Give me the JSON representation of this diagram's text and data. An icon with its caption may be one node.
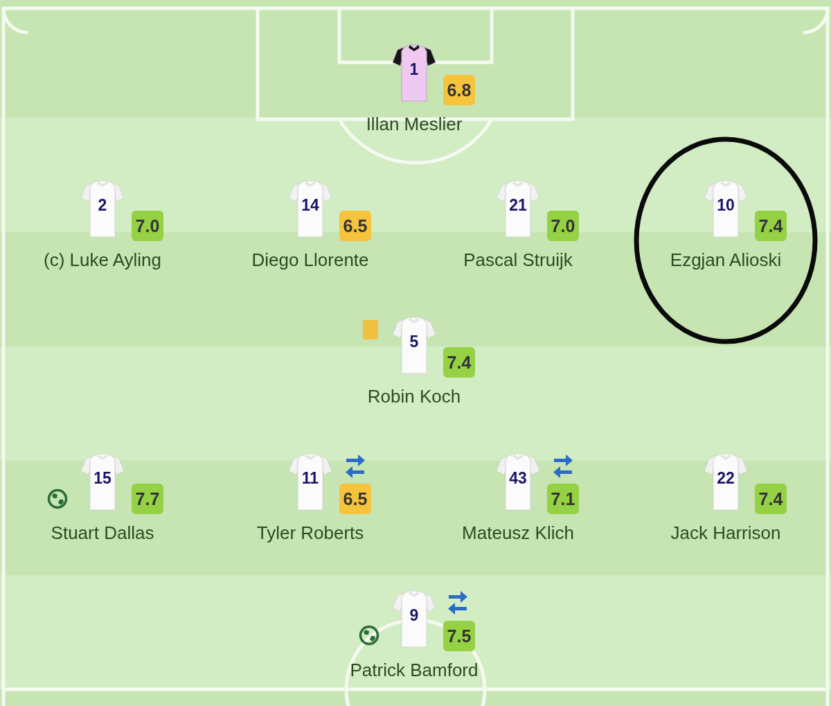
{
  "diagram": {
    "nodes": [
      {
        "text": [
          "1",
          "6.8",
          "Illan Meslier"
        ]
      },
      {
        "text": [
          "2",
          "7.0",
          "(c) Luke Ayling"
        ]
      },
      {
        "text": [
          "14",
          "6.5",
          "Diego Llorente"
        ]
      },
      {
        "text": [
          "21",
          "7.0",
          "Pascal Struijk"
        ]
      },
      {
        "text": [],
        "shape": "circle"
      },
      {
        "text": [
          "10",
          "7.4",
          "Ezgjan Alioski"
        ],
        "in": 4
      },
      {
        "text": [
          "5",
          "7.4",
          "Robin Koch"
        ]
      },
      {
        "text": [
          "15",
          "7.7",
          "Stuart Dallas"
        ]
      },
      {
        "text": [
          "11",
          "6.5",
          "Tyler Roberts"
        ]
      },
      {
        "text": [
          "43",
          "7.1",
          "Mateusz Klich"
        ]
      },
      {
        "text": [
          "22",
          "7.4",
          "Jack Harrison"
        ]
      },
      {
        "text": [
          "9",
          "7.5",
          "Patrick Bamford"
        ]
      }
    ]
  }
}
